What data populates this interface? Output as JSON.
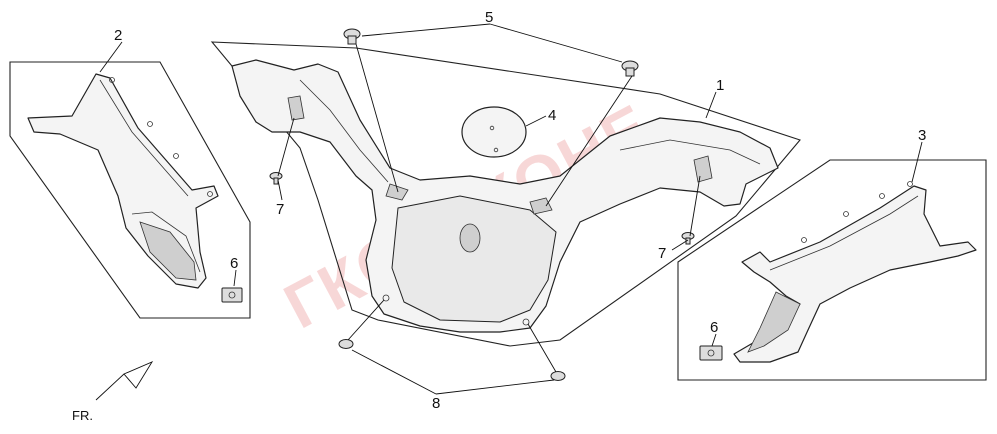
{
  "diagram": {
    "callouts": [
      {
        "id": "1",
        "label": "1"
      },
      {
        "id": "2",
        "label": "2"
      },
      {
        "id": "3",
        "label": "3"
      },
      {
        "id": "4",
        "label": "4"
      },
      {
        "id": "5",
        "label": "5"
      },
      {
        "id": "6a",
        "label": "6"
      },
      {
        "id": "6b",
        "label": "6"
      },
      {
        "id": "7a",
        "label": "7"
      },
      {
        "id": "7b",
        "label": "7"
      },
      {
        "id": "8",
        "label": "8"
      }
    ],
    "direction_label": "FR.",
    "watermark": "ГКОРККОНЕ"
  }
}
